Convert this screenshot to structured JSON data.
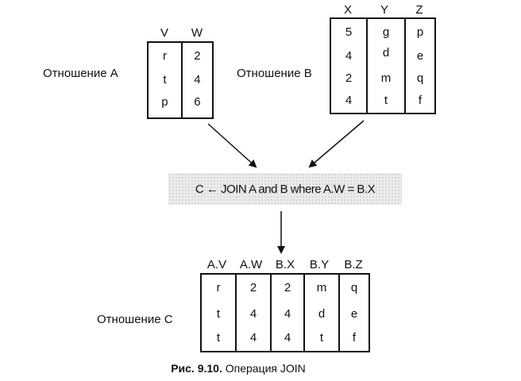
{
  "relation_a": {
    "label": "Отношение А",
    "headers": [
      "V",
      "W"
    ],
    "rows": [
      [
        "r",
        "2"
      ],
      [
        "t",
        "4"
      ],
      [
        "p",
        "6"
      ]
    ]
  },
  "relation_b": {
    "label": "Отношение В",
    "headers": [
      "X",
      "Y",
      "Z"
    ],
    "rows": [
      [
        "5",
        "g",
        "p"
      ],
      [
        "4",
        "d",
        "e"
      ],
      [
        "2",
        "m",
        "q"
      ],
      [
        "4",
        "t",
        "f"
      ]
    ]
  },
  "operation": "C ← JOIN A and B where A.W = B.X",
  "relation_c": {
    "label": "Отношение С",
    "headers": [
      "A.V",
      "A.W",
      "B.X",
      "B.Y",
      "B.Z"
    ],
    "rows": [
      [
        "r",
        "2",
        "2",
        "m",
        "q"
      ],
      [
        "t",
        "4",
        "4",
        "d",
        "e"
      ],
      [
        "t",
        "4",
        "4",
        "t",
        "f"
      ]
    ]
  },
  "caption": {
    "prefix": "Рис. 9.10.",
    "text": " Операция JOIN"
  }
}
